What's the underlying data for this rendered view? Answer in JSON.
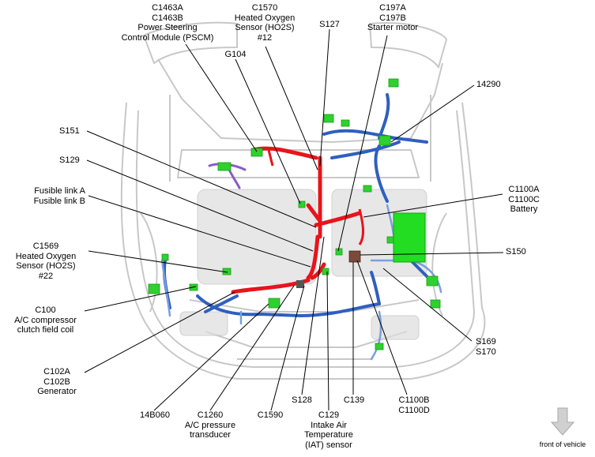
{
  "labels": {
    "pscm": [
      "C1463A",
      "C1463B",
      "Power Steering",
      "Control Module (PSCM)"
    ],
    "ho2s12": [
      "C1570",
      "Heated Oxygen",
      "Sensor (HO2S)",
      "#12"
    ],
    "s127": "S127",
    "starter": [
      "C197A",
      "C197B",
      "Starter motor"
    ],
    "g104": "G104",
    "n14290": "14290",
    "s151": "S151",
    "s129": "S129",
    "fusible": [
      "Fusible link A",
      "Fusible link B"
    ],
    "battery": [
      "C1100A",
      "C1100C",
      "Battery"
    ],
    "ho2s22": [
      "C1569",
      "Heated Oxygen",
      "Sensor (HO2S)",
      "#22"
    ],
    "s150": "S150",
    "c100": [
      "C100",
      "A/C compressor",
      "clutch field coil"
    ],
    "s169": [
      "S169",
      "S170"
    ],
    "generator": [
      "C102A",
      "C102B",
      "Generator"
    ],
    "n14b060": "14B060",
    "c1260": [
      "C1260",
      "A/C pressure",
      "transducer"
    ],
    "c1590": "C1590",
    "s128": "S128",
    "iat": [
      "C129",
      "Intake Air",
      "Temperature",
      "(IAT) sensor"
    ],
    "c139": "C139",
    "c1100bd": [
      "C1100B",
      "C1100D"
    ],
    "front": "front of vehicle"
  },
  "colors": {
    "harness_red": "#e8141c",
    "harness_blue": "#2f5fbf",
    "harness_blue_light": "#7a9ee0",
    "connector_green": "#2ed12e",
    "battery_green": "#22dd22",
    "purple": "#8a5cc4",
    "body_gray": "#c8c8c8",
    "arrow_gray": "#cfcfcf"
  }
}
